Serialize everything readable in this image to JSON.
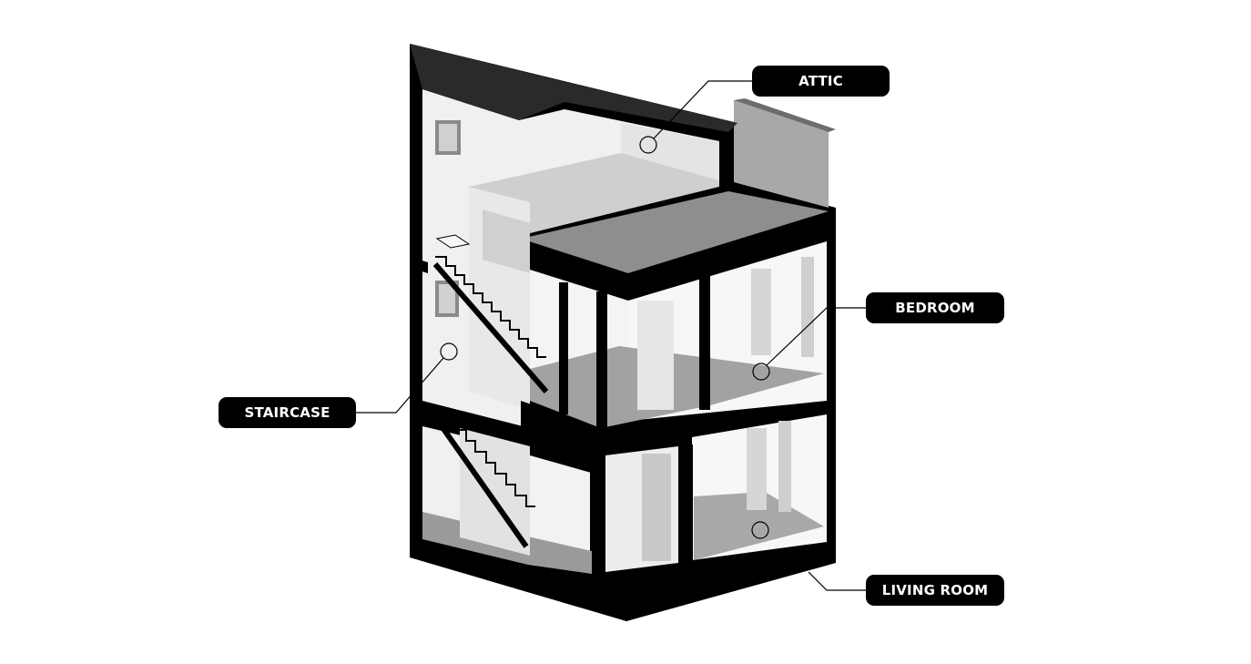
{
  "labels": {
    "attic": "ATTIC",
    "bedroom": "BEDROOM",
    "staircase": "STAIRCASE",
    "living_room": "LIVING ROOM"
  },
  "colors": {
    "ink": "#000000",
    "background": "#ffffff",
    "label_fill": "#000000",
    "label_text": "#ffffff",
    "wall_light": "#f1f1f1",
    "wall_mid": "#d6d6d6",
    "floor_gray": "#9c9c9c",
    "roof_gray": "#8a8a8a"
  }
}
